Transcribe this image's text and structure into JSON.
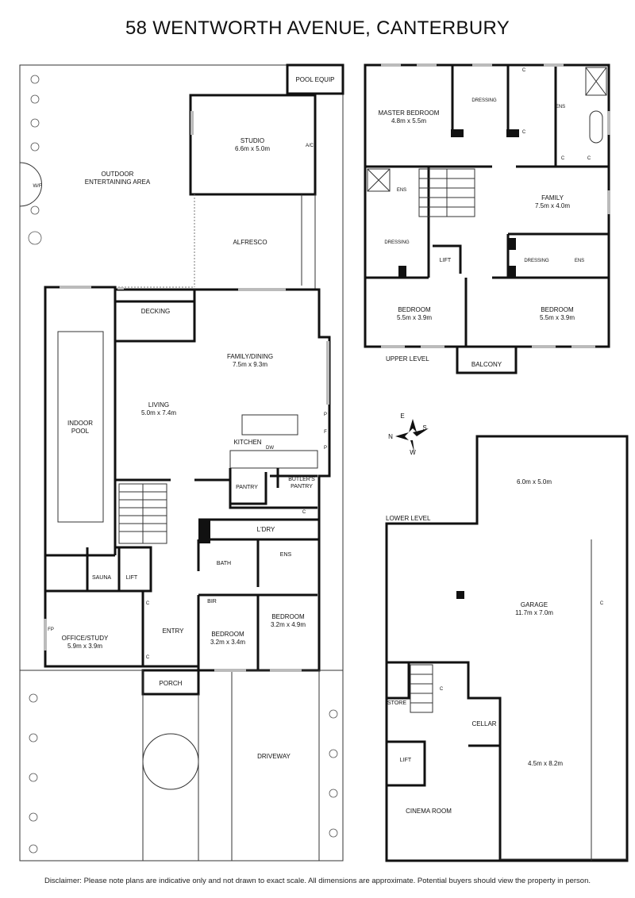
{
  "title": "58 WENTWORTH AVENUE, CANTERBURY",
  "disclaimer": "Disclaimer: Please note plans are indicative only and not drawn to exact scale. All dimensions are approximate. Potential buyers should view the property in person.",
  "ground_level": {
    "rooms": {
      "pool_equip": "POOL EQUIP",
      "studio": "STUDIO",
      "studio_dim": "6.6m x 5.0m",
      "ac": "A/C",
      "outdoor": "OUTDOOR",
      "entertaining": "ENTERTAINING AREA",
      "wf": "W/F",
      "alfresco": "ALFRESCO",
      "decking": "DECKING",
      "family_dining": "FAMILY/DINING",
      "family_dining_dim": "7.5m x 9.3m",
      "living": "LIVING",
      "living_dim": "5.0m x 7.4m",
      "indoor": "INDOOR",
      "pool": "POOL",
      "kitchen": "KITCHEN",
      "dw": "DW",
      "p": "P",
      "f": "F",
      "pantry": "PANTRY",
      "butlers": "BUTLER'S",
      "pantry2": "PANTRY",
      "ldry": "L'DRY",
      "c": "C",
      "bath": "BATH",
      "ens": "ENS",
      "sauna": "SAUNA",
      "lift": "LIFT",
      "office": "OFFICE/STUDY",
      "office_dim": "5.9m x 3.9m",
      "fp": "FP",
      "entry": "ENTRY",
      "bir": "BIR",
      "bedroom": "BEDROOM",
      "bedroom1_dim": "3.2m x 3.4m",
      "bedroom2_dim": "3.2m x 4.9m",
      "porch": "PORCH",
      "driveway": "DRIVEWAY"
    }
  },
  "upper_level": {
    "label": "UPPER LEVEL",
    "rooms": {
      "master": "MASTER BEDROOM",
      "master_dim": "4.8m x 5.5m",
      "dressing": "DRESSING",
      "ens": "ENS",
      "c": "C",
      "family": "FAMILY",
      "family_dim": "7.5m x 4.0m",
      "lift": "LIFT",
      "bedroom": "BEDROOM",
      "bedroom_dim": "5.5m x 3.9m",
      "balcony": "BALCONY"
    }
  },
  "lower_level": {
    "label": "LOWER LEVEL",
    "rooms": {
      "top_dim": "6.0m x 5.0m",
      "garage": "GARAGE",
      "garage_dim": "11.7m x 7.0m",
      "c": "C",
      "store": "STORE",
      "cellar": "CELLAR",
      "lift": "LIFT",
      "cinema": "CINEMA ROOM",
      "bottom_dim": "4.5m x 8.2m"
    }
  },
  "compass": {
    "n": "N",
    "e": "E",
    "s": "S",
    "w": "W"
  }
}
